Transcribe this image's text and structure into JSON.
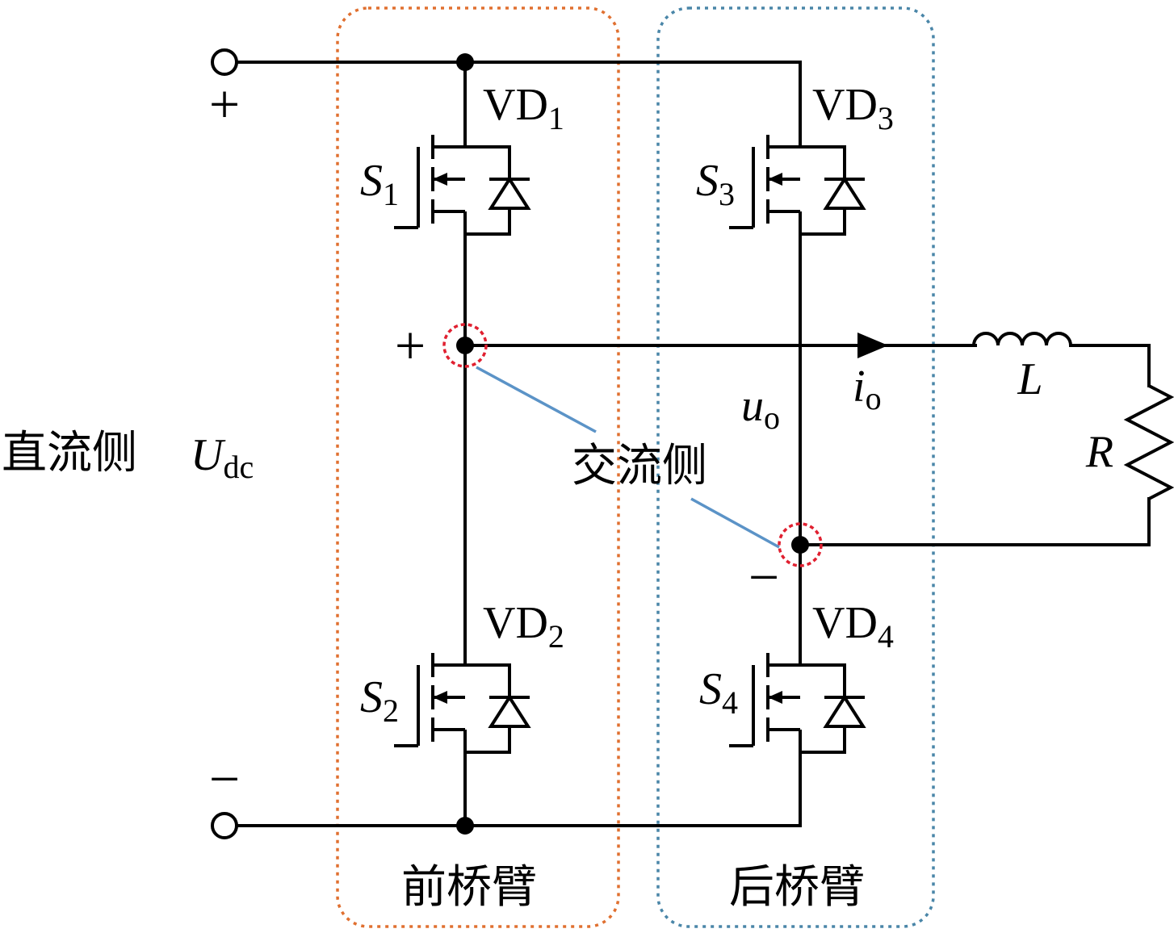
{
  "labels": {
    "dc_side": "直流侧",
    "ac_side": "交流侧",
    "front_arm": "前桥臂",
    "rear_arm": "后桥臂",
    "udc_main": "U",
    "udc_sub": "dc",
    "uo_main": "u",
    "uo_sub": "o",
    "io_main": "i",
    "io_sub": "o",
    "inductor": "L",
    "resistor": "R",
    "plus": "+",
    "minus": "−"
  },
  "switches": [
    {
      "s_main": "S",
      "s_sub": "1",
      "vd_main": "VD",
      "vd_sub": "1"
    },
    {
      "s_main": "S",
      "s_sub": "2",
      "vd_main": "VD",
      "vd_sub": "2"
    },
    {
      "s_main": "S",
      "s_sub": "3",
      "vd_main": "VD",
      "vd_sub": "3"
    },
    {
      "s_main": "S",
      "s_sub": "4",
      "vd_main": "VD",
      "vd_sub": "4"
    }
  ],
  "colors": {
    "front_box": "#E07030",
    "rear_box": "#4A86A8",
    "node_highlight": "#E02030",
    "ac_leader": "#5B93C7"
  }
}
